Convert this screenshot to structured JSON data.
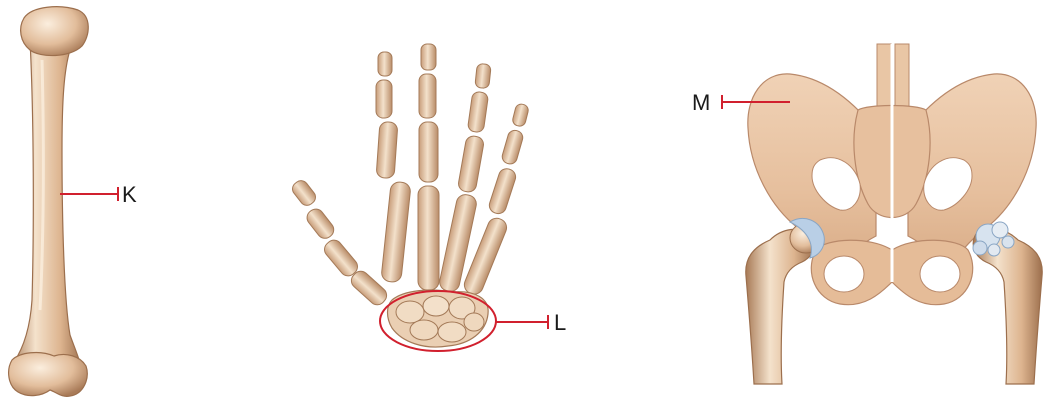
{
  "labels": {
    "k": "K",
    "l": "L",
    "m": "M"
  },
  "colors": {
    "bone_light": "#f2dcc2",
    "bone_mid": "#ddb48f",
    "bone_dark": "#a87a56",
    "pelvis_fill": "#e8c3a2",
    "cartilage": "#b9cfe6",
    "pointer": "#d1202e",
    "text": "#1a1a1a"
  }
}
